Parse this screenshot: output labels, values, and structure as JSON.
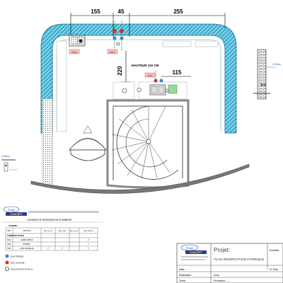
{
  "dimensions": {
    "top_left": "155",
    "top_middle": "45",
    "top_right": "255",
    "vertical_left": "220",
    "right_small": "115"
  },
  "labels": {
    "height_note": "HAUTEUR 110 CM",
    "tag_ba6": "BA6",
    "tag_ba4": "BA4",
    "tag_ba5": "BA5",
    "side_right": "G-Bilan",
    "side_left": "G-Bilan"
  },
  "legend": {
    "brand": "Pro-Concept",
    "logo_top": "Projet",
    "logo_bottom": "CONCEPT",
    "title": "LEGENDE DE RESERVATION PLOMBERIE",
    "section": "CUISINE",
    "headers": [
      "REF",
      "ARTICLE",
      "EAU chaude",
      "EAU froide",
      "EAU évacuat.",
      "EVACUATION"
    ],
    "group": "COMPTOIR OFFICE",
    "rows": [
      {
        "ref": "BA1",
        "article": "EVIER SIMPLE",
        "marks": [
          "",
          "",
          "",
          "✓"
        ]
      },
      {
        "ref": "BA4",
        "article": "ROBINET",
        "marks": [
          "",
          "",
          "",
          "✓"
        ]
      },
      {
        "ref": "BA5",
        "article": "LAVE-VAISSELLE",
        "marks": [
          "✓",
          "✓",
          "",
          "✓"
        ]
      }
    ],
    "symbols": [
      {
        "color": "#3a7fd0",
        "label": "EAU FROIDE"
      },
      {
        "color": "#d03030",
        "label": "EAU CHAUDE"
      },
      {
        "color": "#ffffff",
        "label": "EVACUATION Ø 40mm"
      }
    ]
  },
  "title_block": {
    "logo_top": "Projet",
    "logo_bottom": "CONCEPT",
    "projet_label": "Projet:",
    "projet_value": "PLAN RESERVATION HYDRIQUE",
    "echelle": "Echelle:",
    "date_label": "Date:",
    "realisation": "Réalisation",
    "zone": "Zone",
    "client": "Client",
    "promoteur": "Promoteur......",
    "plan": "N° Plan"
  }
}
